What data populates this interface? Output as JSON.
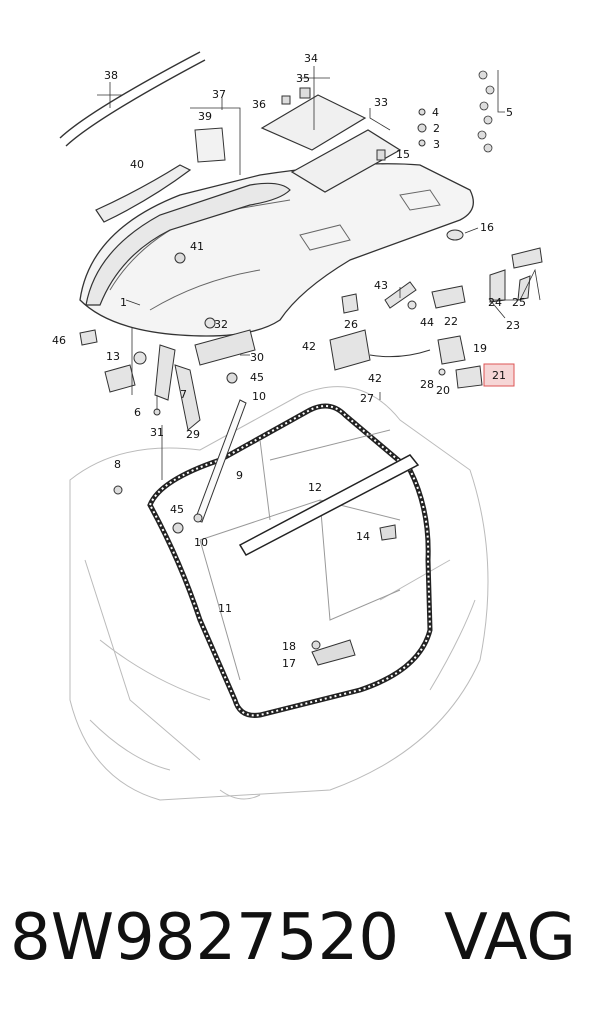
{
  "footer": {
    "part_number": "8W9827520",
    "brand": "VAG"
  },
  "highlight_color": "#f6d6d6",
  "labels": {
    "l1": "1",
    "l2": "2",
    "l3": "3",
    "l4": "4",
    "l5": "5",
    "l6": "6",
    "l7": "7",
    "l8": "8",
    "l9": "9",
    "l10a": "10",
    "l10b": "10",
    "l11": "11",
    "l12": "12",
    "l13": "13",
    "l14": "14",
    "l15": "15",
    "l16": "16",
    "l17": "17",
    "l18": "18",
    "l19": "19",
    "l20": "20",
    "l21": "21",
    "l22": "22",
    "l23": "23",
    "l24": "24",
    "l25": "25",
    "l26": "26",
    "l27": "27",
    "l28": "28",
    "l29": "29",
    "l30": "30",
    "l31": "31",
    "l32": "32",
    "l33": "33",
    "l34": "34",
    "l35": "35",
    "l36": "36",
    "l37": "37",
    "l38": "38",
    "l39": "39",
    "l40": "40",
    "l41": "41",
    "l42a": "42",
    "l42b": "42",
    "l43": "43",
    "l44": "44",
    "l45a": "45",
    "l45b": "45",
    "l46": "46"
  }
}
